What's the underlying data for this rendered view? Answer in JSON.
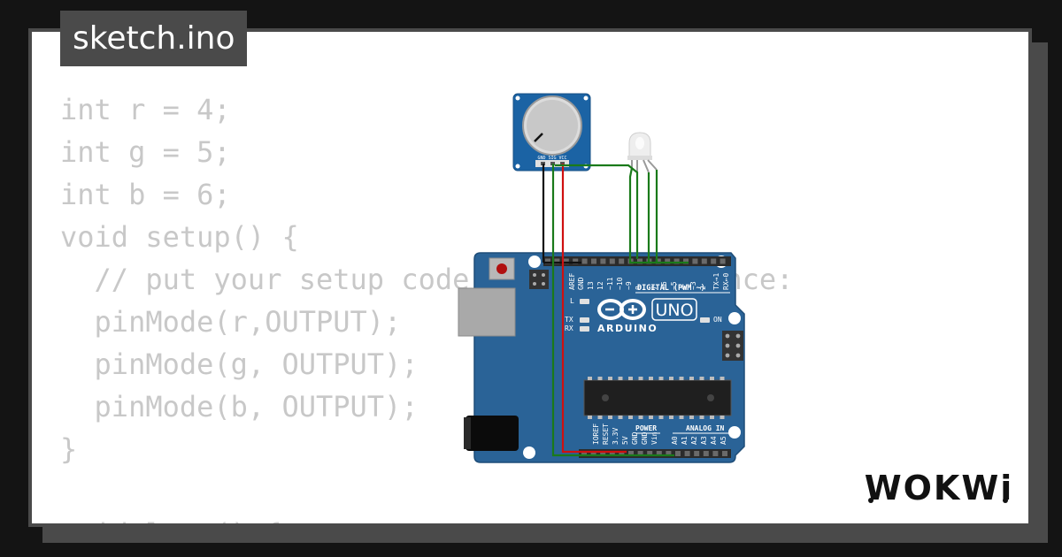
{
  "tab": {
    "filename": "sketch.ino"
  },
  "code": {
    "lines": [
      "int r = 4;",
      "int g = 5;",
      "int b = 6;",
      "void setup() {",
      "  // put your setup code here, to run once:",
      "  pinMode(r,OUTPUT);",
      "  pinMode(g, OUTPUT);",
      "  pinMode(b, OUTPUT);",
      "}",
      "",
      "void loop() {"
    ]
  },
  "potentiometer": {
    "pin_labels": "GND SIG VCC"
  },
  "arduino": {
    "logo_text": "ARDUINO",
    "model": "UNO",
    "digital_label": "DIGITAL (PWM ~)",
    "aref": "AREF",
    "gnd": "GND",
    "digital_pins": [
      "13",
      "12",
      "~11",
      "~10",
      "~9",
      "8",
      "7",
      "~6",
      "~5",
      "4",
      "~3",
      "2",
      "TX→1",
      "RX←0"
    ],
    "led_l": "L",
    "led_tx": "TX",
    "led_rx": "RX",
    "led_on": "ON",
    "power_label": "POWER",
    "analog_label": "ANALOG IN",
    "power_pins": [
      "IOREF",
      "RESET",
      "3.3V",
      "5V",
      "GND",
      "GND",
      "Vin"
    ],
    "analog_pins": [
      "A0",
      "A1",
      "A2",
      "A3",
      "A4",
      "A5"
    ]
  },
  "brand": {
    "logo": "WOKWi"
  },
  "colors": {
    "board": "#2a6397",
    "wire_green": "#1a7a1a",
    "wire_red": "#d01010",
    "wire_black": "#111111",
    "code_text": "#c8c8c8"
  }
}
